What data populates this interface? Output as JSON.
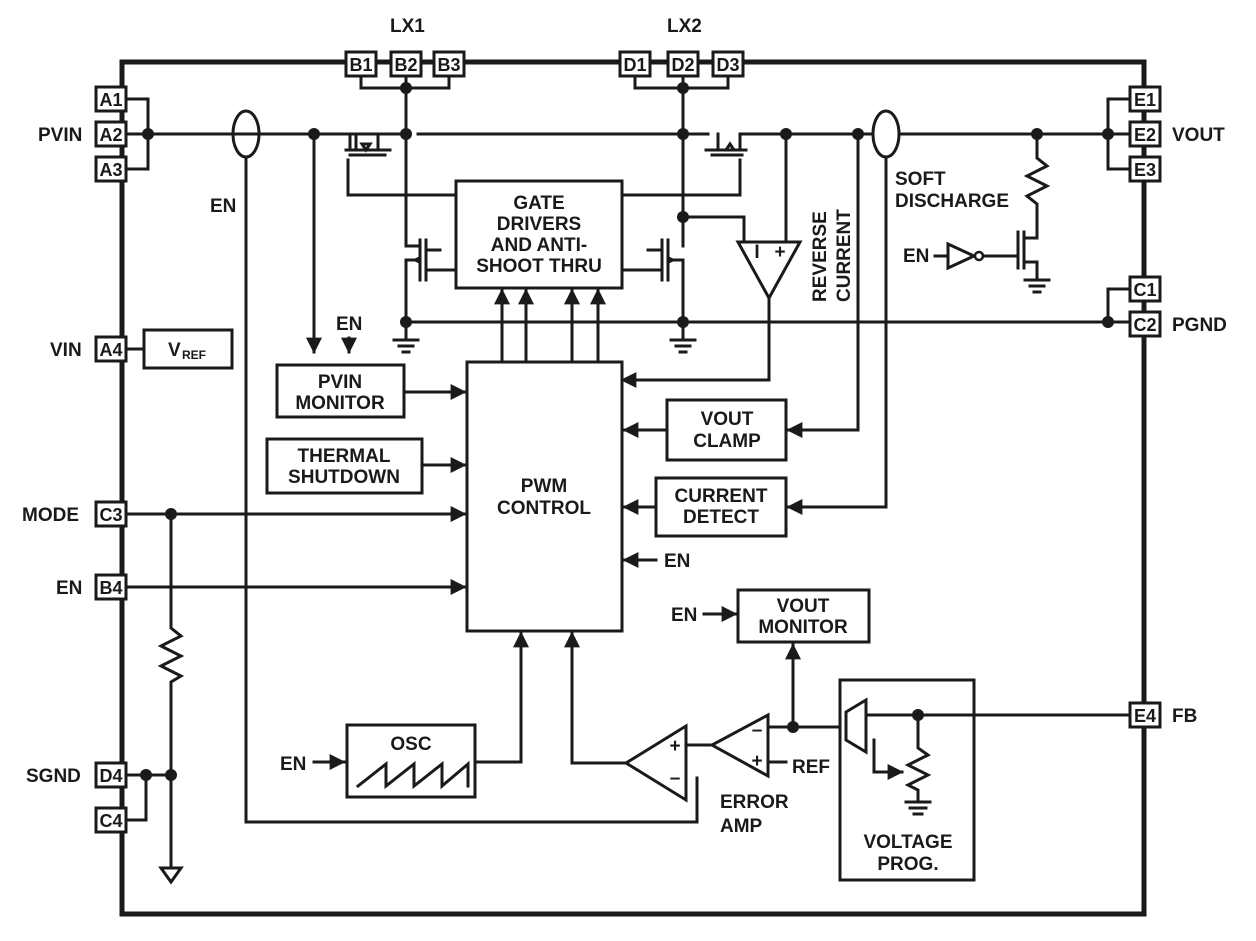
{
  "pins": {
    "a1": "A1",
    "a2": "A2",
    "a3": "A3",
    "a4": "A4",
    "b1": "B1",
    "b2": "B2",
    "b3": "B3",
    "b4": "B4",
    "c1": "C1",
    "c2": "C2",
    "c3": "C3",
    "c4": "C4",
    "d1": "D1",
    "d2": "D2",
    "d3": "D3",
    "d4": "D4",
    "e1": "E1",
    "e2": "E2",
    "e3": "E3",
    "e4": "E4"
  },
  "external_labels": {
    "lx1": "LX1",
    "lx2": "LX2",
    "pvin": "PVIN",
    "vin": "VIN",
    "mode": "MODE",
    "en": "EN",
    "sgnd": "SGND",
    "vout": "VOUT",
    "pgnd": "PGND",
    "fb": "FB"
  },
  "blocks": {
    "gate_drivers": [
      "GATE",
      "DRIVERS",
      "AND ANTI-",
      "SHOOT THRU"
    ],
    "vref_main": "V",
    "vref_sub": "REF",
    "pvin_monitor": [
      "PVIN",
      "MONITOR"
    ],
    "thermal_shutdown": [
      "THERMAL",
      "SHUTDOWN"
    ],
    "pwm_control": [
      "PWM",
      "CONTROL"
    ],
    "vout_clamp": [
      "VOUT",
      "CLAMP"
    ],
    "current_detect": [
      "CURRENT",
      "DETECT"
    ],
    "vout_monitor": [
      "VOUT",
      "MONITOR"
    ],
    "osc": "OSC",
    "voltage_prog": [
      "VOLTAGE",
      "PROG."
    ]
  },
  "internal_labels": {
    "en_signal": "EN",
    "reverse_current": [
      "REVERSE",
      "CURRENT"
    ],
    "soft_discharge": [
      "SOFT",
      "DISCHARGE"
    ],
    "ref": "REF",
    "error_amp": [
      "ERROR",
      "AMP"
    ],
    "plus": "+",
    "minus": "–",
    "i": "I"
  }
}
